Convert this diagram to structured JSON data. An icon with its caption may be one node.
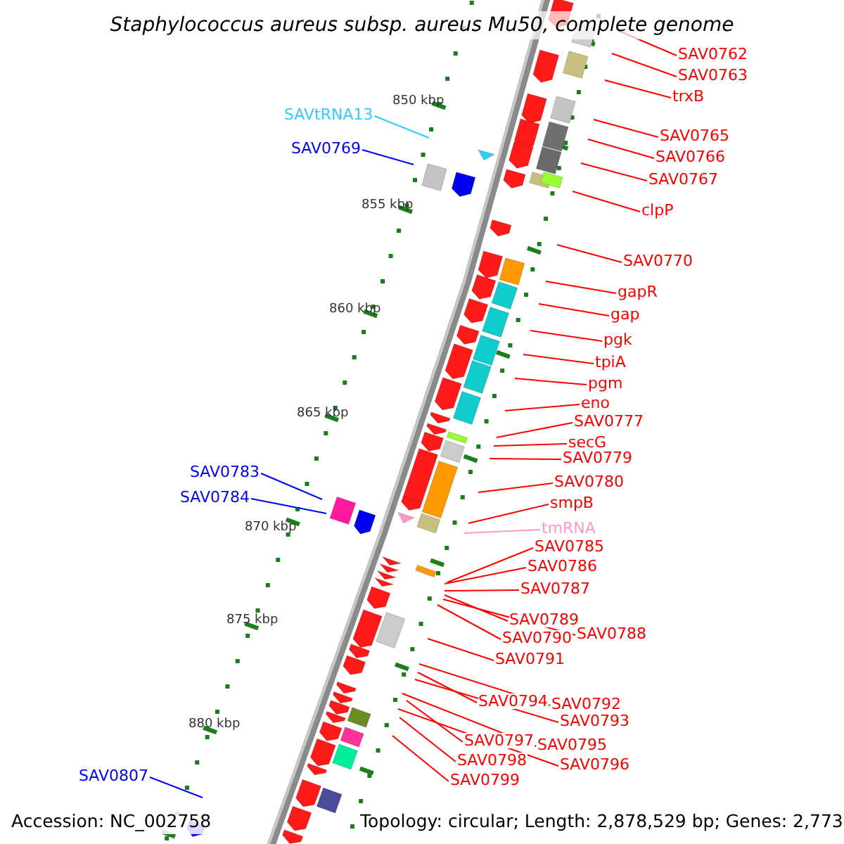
{
  "diagram": {
    "title": "Staphylococcus aureus subsp. aureus Mu50, complete genome",
    "nodes": [
      {
        "text": [
          "SAV0762"
        ]
      },
      {
        "text": [
          "SAV0763"
        ]
      },
      {
        "text": [
          "trxB"
        ]
      },
      {
        "text": [
          "SAVtRNA13"
        ]
      },
      {
        "text": [
          "SAV0765"
        ]
      },
      {
        "text": [
          "SAV0769"
        ]
      },
      {
        "text": [
          "SAV0766"
        ]
      },
      {
        "text": [
          "SAV0767"
        ]
      },
      {
        "text": [
          "clpP"
        ]
      },
      {
        "text": [
          "SAV0770"
        ]
      },
      {
        "text": [
          "gapR"
        ]
      },
      {
        "text": [
          "gap"
        ]
      },
      {
        "text": [
          "pgk"
        ]
      },
      {
        "text": [
          "tpiA"
        ]
      },
      {
        "text": [
          "pgm"
        ]
      },
      {
        "text": [
          "eno"
        ]
      },
      {
        "text": [
          "SAV0777"
        ]
      },
      {
        "text": [
          "secG"
        ]
      },
      {
        "text": [
          "SAV0779"
        ]
      },
      {
        "text": [
          "SAV0783"
        ]
      },
      {
        "text": [
          "SAV0780"
        ]
      },
      {
        "text": [
          "SAV0784"
        ]
      },
      {
        "text": [
          "smpB"
        ]
      },
      {
        "text": [
          "tmRNA"
        ]
      },
      {
        "text": [
          "SAV0785"
        ]
      },
      {
        "text": [
          "SAV0786"
        ]
      },
      {
        "text": [
          "SAV0787"
        ]
      },
      {
        "text": [
          "SAV0789"
        ]
      },
      {
        "text": [
          "SAV0788"
        ]
      },
      {
        "text": [
          "SAV0790"
        ]
      },
      {
        "text": [
          "SAV0791"
        ]
      },
      {
        "text": [
          "SAV0794"
        ]
      },
      {
        "text": [
          "SAV0792"
        ]
      },
      {
        "text": [
          "SAV0793"
        ]
      },
      {
        "text": [
          "SAV0797"
        ]
      },
      {
        "text": [
          "SAV0795"
        ]
      },
      {
        "text": [
          "SAV0796"
        ]
      },
      {
        "text": [
          "SAV0798"
        ]
      },
      {
        "text": [
          "SAV0799"
        ]
      },
      {
        "text": [
          "SAV0807"
        ]
      }
    ],
    "edges": [
      {
        "from": 0,
        "to": null,
        "arrow": "none"
      },
      {
        "from": 1,
        "to": null,
        "arrow": "none"
      },
      {
        "from": 2,
        "to": null,
        "arrow": "none"
      },
      {
        "from": 3,
        "to": null,
        "arrow": "none",
        "color": "#33ccff"
      },
      {
        "from": 4,
        "to": null,
        "arrow": "none"
      },
      {
        "from": 5,
        "to": null,
        "arrow": "none",
        "color": "#0000ff"
      },
      {
        "from": 6,
        "to": null,
        "arrow": "none"
      },
      {
        "from": 7,
        "to": null,
        "arrow": "none"
      },
      {
        "from": 8,
        "to": null,
        "arrow": "none"
      },
      {
        "from": 9,
        "to": null,
        "arrow": "none"
      },
      {
        "from": 10,
        "to": null,
        "arrow": "none"
      },
      {
        "from": 11,
        "to": null,
        "arrow": "none"
      },
      {
        "from": 12,
        "to": null,
        "arrow": "none"
      },
      {
        "from": 13,
        "to": null,
        "arrow": "none"
      },
      {
        "from": 14,
        "to": null,
        "arrow": "none"
      },
      {
        "from": 15,
        "to": null,
        "arrow": "none"
      },
      {
        "from": 16,
        "to": null,
        "arrow": "none"
      },
      {
        "from": 17,
        "to": null,
        "arrow": "none"
      },
      {
        "from": 18,
        "to": null,
        "arrow": "none"
      },
      {
        "from": 19,
        "to": null,
        "arrow": "none",
        "color": "#0000ff"
      },
      {
        "from": 20,
        "to": null,
        "arrow": "none"
      },
      {
        "from": 21,
        "to": null,
        "arrow": "none",
        "color": "#0000ff"
      },
      {
        "from": 22,
        "to": null,
        "arrow": "none"
      },
      {
        "from": 23,
        "to": null,
        "arrow": "none",
        "color": "#ff99cc"
      },
      {
        "from": 24,
        "to": null,
        "arrow": "none"
      },
      {
        "from": 25,
        "to": null,
        "arrow": "none"
      },
      {
        "from": 26,
        "to": null,
        "arrow": "none"
      },
      {
        "from": 27,
        "to": null,
        "arrow": "none"
      },
      {
        "from": 28,
        "to": null,
        "arrow": "none"
      },
      {
        "from": 29,
        "to": null,
        "arrow": "none"
      },
      {
        "from": 30,
        "to": null,
        "arrow": "none"
      },
      {
        "from": 31,
        "to": null,
        "arrow": "none"
      },
      {
        "from": 32,
        "to": null,
        "arrow": "none"
      },
      {
        "from": 33,
        "to": null,
        "arrow": "none"
      },
      {
        "from": 34,
        "to": null,
        "arrow": "none"
      },
      {
        "from": 35,
        "to": null,
        "arrow": "none"
      },
      {
        "from": 36,
        "to": null,
        "arrow": "none"
      },
      {
        "from": 37,
        "to": null,
        "arrow": "none"
      },
      {
        "from": 38,
        "to": null,
        "arrow": "none"
      },
      {
        "from": 39,
        "to": null,
        "arrow": "none",
        "color": "#0000ff"
      }
    ],
    "labels": [
      "850 kbp",
      "855 kbp",
      "860 kbp",
      "865 kbp",
      "870 kbp",
      "875 kbp",
      "880 kbp",
      "Accession: NC_002758",
      "Topology: circular; Length: 2,878,529 bp; Genes: 2,773"
    ]
  }
}
